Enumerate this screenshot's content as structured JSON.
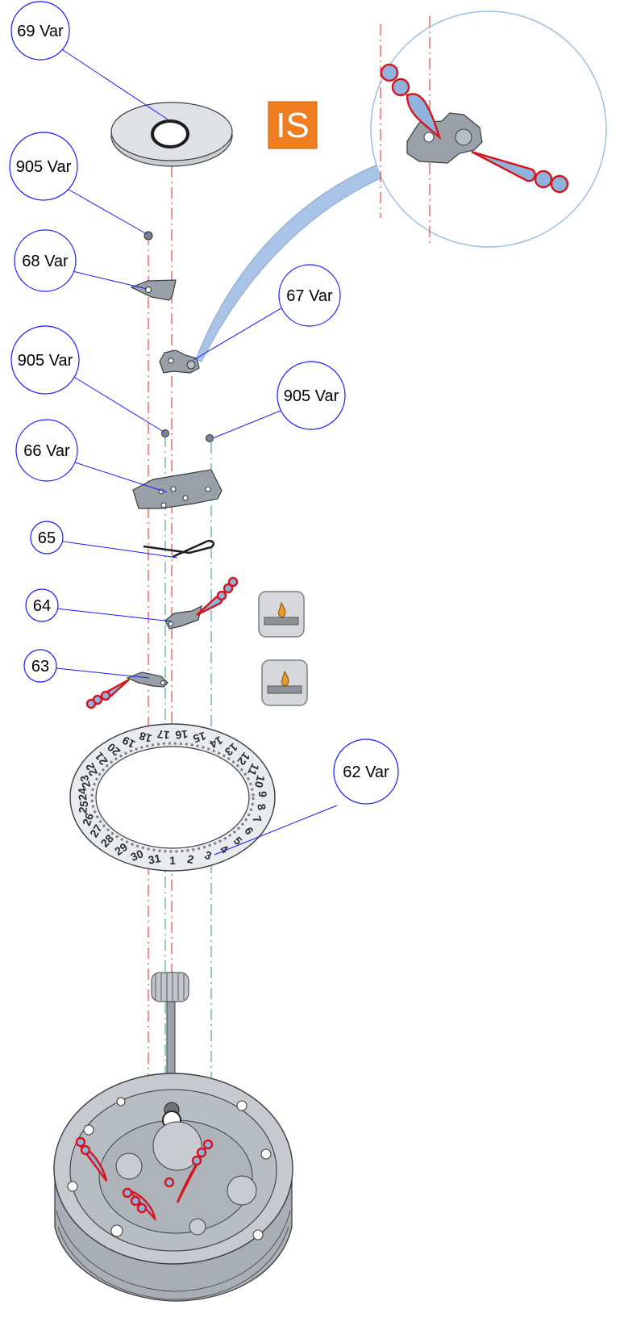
{
  "callouts": [
    {
      "id": "c69",
      "label": "69 Var"
    },
    {
      "id": "c905a",
      "label": "905 Var"
    },
    {
      "id": "c68",
      "label": "68 Var"
    },
    {
      "id": "c67",
      "label": "67 Var"
    },
    {
      "id": "c905b",
      "label": "905 Var"
    },
    {
      "id": "c905c",
      "label": "905 Var"
    },
    {
      "id": "c66",
      "label": "66 Var"
    },
    {
      "id": "c65",
      "label": "65"
    },
    {
      "id": "c64",
      "label": "64"
    },
    {
      "id": "c63",
      "label": "63"
    },
    {
      "id": "c62",
      "label": "62 Var"
    }
  ],
  "badge": {
    "label": "IS",
    "color": "#f07d1f"
  },
  "lube_icons": [
    {
      "name": "lubrication-icon"
    },
    {
      "name": "lubrication-icon"
    }
  ],
  "colors": {
    "callout_stroke": "#1a1aff",
    "axis_red": "#e0231c",
    "axis_teal": "#2a9a8a",
    "oil_fill": "#8fb3dd",
    "oil_stroke": "#d6141b"
  },
  "date_ring_numbers_visible": [
    "1",
    "2",
    "3",
    "4",
    "5",
    "6",
    "7",
    "8",
    "9",
    "10",
    "11",
    "12",
    "13",
    "14",
    "15",
    "16",
    "17",
    "18",
    "19",
    "20",
    "21",
    "22",
    "23",
    "24",
    "25",
    "26",
    "27",
    "28",
    "29",
    "30",
    "31"
  ]
}
